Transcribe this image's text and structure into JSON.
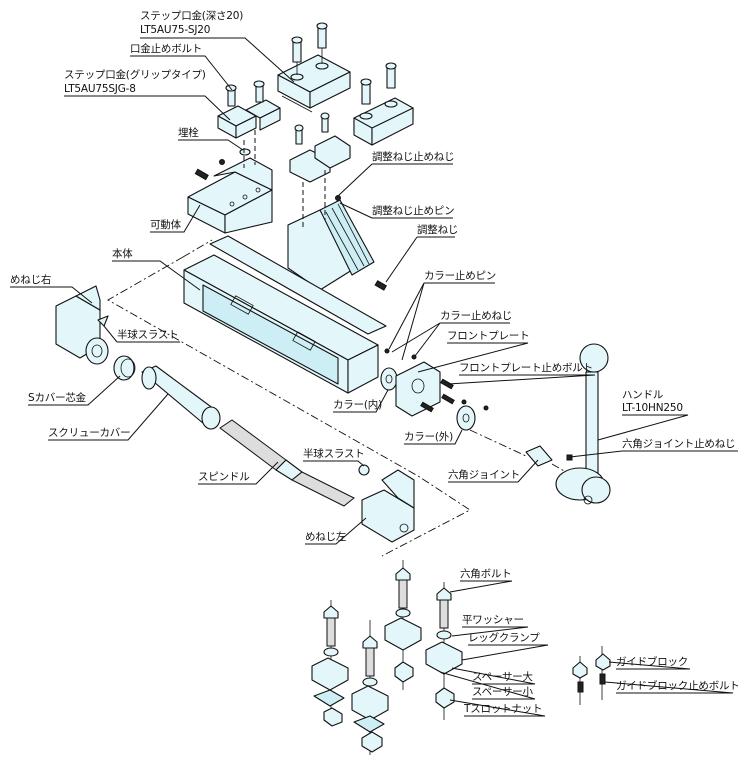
{
  "diagram": {
    "title": "Vise exploded parts diagram",
    "colors": {
      "part_fill": "#e3f7fb",
      "line": "#111111",
      "background": "#ffffff"
    },
    "labels": {
      "step_jaw_depth": "ステップ口金(深さ20)",
      "step_jaw_depth_model": "LT5AU75-SJ20",
      "jaw_bolt": "口金止めボルト",
      "step_jaw_grip": "ステップ口金(グリップタイプ)",
      "step_jaw_grip_model": "LT5AU75SJG-8",
      "plug": "埋栓",
      "movable_body": "可動体",
      "adjust_screw_stop_screw": "調整ねじ止めねじ",
      "adjust_screw_stop_pin": "調整ねじ止めピン",
      "adjust_screw": "調整ねじ",
      "main_body": "本体",
      "female_thread_right": "めねじ右",
      "hemisphere_thrust_1": "半球スラスト",
      "s_cover_core": "Sカバー芯金",
      "screw_cover": "スクリューカバー",
      "collar_stop_pin": "カラー止めピン",
      "collar_stop_screw": "カラー止めねじ",
      "front_plate": "フロントプレート",
      "front_plate_bolt": "フロントプレート止めボルト",
      "collar_inner": "カラー(内)",
      "collar_outer": "カラー(外)",
      "handle": "ハンドル",
      "handle_model": "LT-10HN250",
      "hex_joint_stop_screw": "六角ジョイント止めねじ",
      "hex_joint": "六角ジョイント",
      "spindle": "スピンドル",
      "hemisphere_thrust_2": "半球スラスト",
      "female_thread_left": "めねじ左",
      "hex_bolt": "六角ボルト",
      "flat_washer": "平ワッシャー",
      "leg_clamp": "レッグクランプ",
      "spacer_large": "スペーサー大",
      "spacer_small": "スペーサー小",
      "t_slot_nut": "Tスロットナット",
      "guide_block": "ガイドブロック",
      "guide_block_bolt": "ガイドブロック止めボルト"
    }
  }
}
